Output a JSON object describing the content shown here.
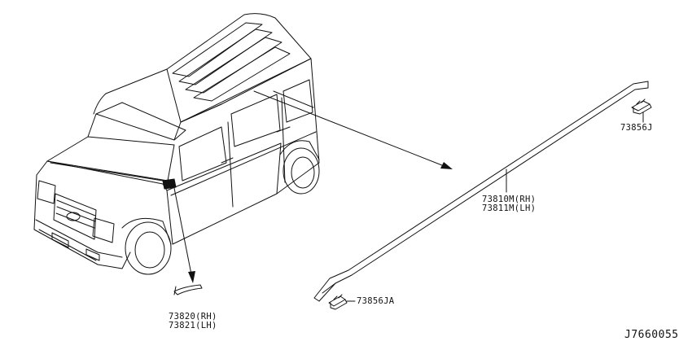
{
  "diagram": {
    "reference_code": "J7660055",
    "parts": [
      {
        "id": "roof-molding",
        "lines": [
          "73810M(RH)",
          "73811M(LH)"
        ]
      },
      {
        "id": "clip-front",
        "lines": [
          "73856JA"
        ]
      },
      {
        "id": "clip-rear",
        "lines": [
          "73856J"
        ]
      },
      {
        "id": "pillar-cover",
        "lines": [
          "73820(RH)",
          "73821(LH)"
        ]
      }
    ]
  },
  "colors": {
    "line": "#111111",
    "background": "#ffffff"
  }
}
